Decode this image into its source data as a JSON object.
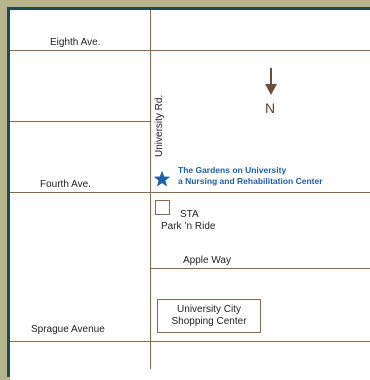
{
  "streets": {
    "eighth_ave": "Eighth Ave.",
    "fourth_ave": "Fourth Ave.",
    "sprague_avenue": "Sprague Avenue",
    "university_rd": "University Rd.",
    "apple_way": "Apple Way"
  },
  "north_label": "N",
  "facility": {
    "line1": "The Gardens on University",
    "line2": "a Nursing and Rehabilitation Center"
  },
  "sta": {
    "line1": "STA",
    "line2": "Park ’n Ride"
  },
  "shopping_center": {
    "line1": "University City",
    "line2": "Shopping Center"
  },
  "colors": {
    "road": "#8a6a4c",
    "facility_text": "#1d5ea8",
    "star": "#1d5ea8",
    "frame": "#1f4a52",
    "background": "#b6b48c"
  },
  "icons": {
    "location": "star-icon",
    "north": "north-arrow-icon"
  }
}
